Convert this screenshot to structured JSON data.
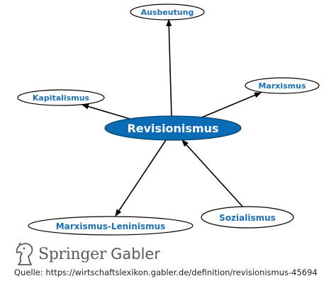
{
  "diagram": {
    "center": "Revisionismus",
    "nodes": {
      "ausbeutung": "Ausbeutung",
      "kapitalismus": "Kapitalismus",
      "marxismus": "Marxismus",
      "marxismus_leninismus": "Marxismus-Leninismus",
      "sozialismus": "Sozialismus"
    },
    "colors": {
      "center_fill": "#0a6cb5",
      "node_text": "#1a6fb5",
      "edge": "#000000"
    }
  },
  "brand": {
    "springer": "Springer",
    "gabler": "Gabler",
    "logo_icon": "knight-chess-piece-icon"
  },
  "source": {
    "label": "Quelle:",
    "url": "https://wirtschaftslexikon.gabler.de/definition/revisionismus-45694"
  }
}
